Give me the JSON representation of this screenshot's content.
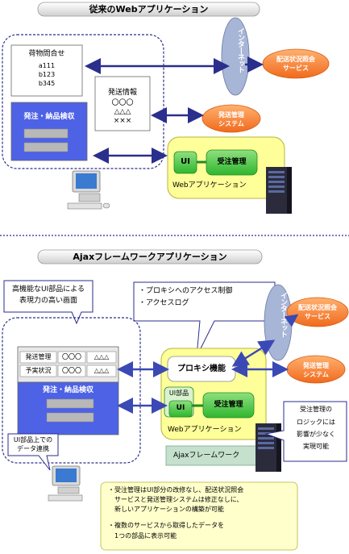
{
  "top": {
    "title": "従来のWebアプリケーション",
    "panel1": {
      "heading": "荷物問合せ",
      "lines": [
        "a111",
        "b123",
        "b345"
      ]
    },
    "panel2": {
      "heading": "発送情報",
      "lines": [
        "〇〇〇",
        "△△△",
        "×××"
      ]
    },
    "panel3": {
      "heading": "発注・納品検収"
    },
    "internet": "インターネット",
    "service1": [
      "配送状況照会",
      "サービス"
    ],
    "service2": [
      "発送管理",
      "システム"
    ],
    "ui": "UI",
    "order": "受注管理",
    "webapp": "Webアプリケーション"
  },
  "bottom": {
    "title": "Ajaxフレームワークアプリケーション",
    "callout1": [
      "高機能なUI部品による",
      "表現力の高い画面"
    ],
    "callout2": [
      "・プロキシへのアクセス制御",
      "・アクセスログ"
    ],
    "table": [
      [
        "発送管理",
        "〇〇〇",
        "△△△"
      ],
      [
        "予実状況",
        "〇〇〇",
        "△△△"
      ]
    ],
    "panel3": {
      "heading": "発注・納品検収"
    },
    "callout3": [
      "UI部品上での",
      "データ連携"
    ],
    "internet": "インターネット",
    "service1": [
      "配送状況照会",
      "サービス"
    ],
    "service2": [
      "発送管理",
      "システム"
    ],
    "proxy": "プロキシ機能",
    "ui_part": "UI部品",
    "ui": "UI",
    "order": "受注管理",
    "webapp": "Webアプリケーション",
    "framework": "Ajaxフレームワーク",
    "callout4": [
      "受注管理の",
      "ロジックには",
      "影響が少なく",
      "実現可能"
    ],
    "notes": [
      "・受注管理はUI部分の改修なし、配送状況照会",
      "サービスと発送管理システムは修正なしに、",
      "新しいアプリケーションの構築が可能",
      "・複数のサービスから取得したデータを",
      "1つの部品に表示可能"
    ]
  }
}
